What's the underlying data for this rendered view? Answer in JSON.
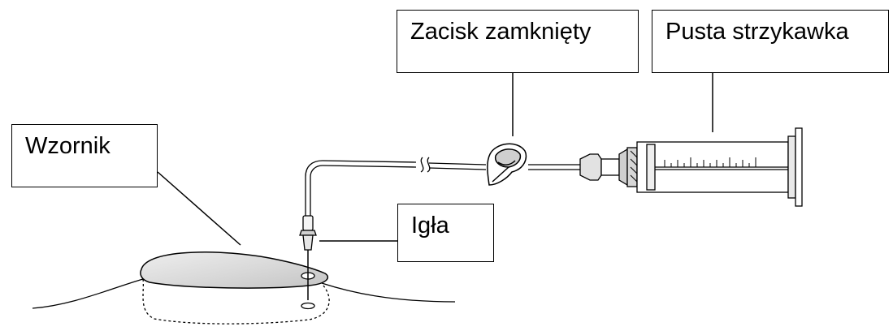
{
  "labels": {
    "clamp": "Zacisk zamknięty",
    "syringe": "Pusta strzykawka",
    "template": "Wzornik",
    "needle": "Igła"
  },
  "icons": [
    "skin-surface",
    "template-plate",
    "needle-icon",
    "tube-icon",
    "clamp-icon",
    "syringe-icon"
  ],
  "colors": {
    "line": "#000000",
    "background": "#ffffff"
  }
}
